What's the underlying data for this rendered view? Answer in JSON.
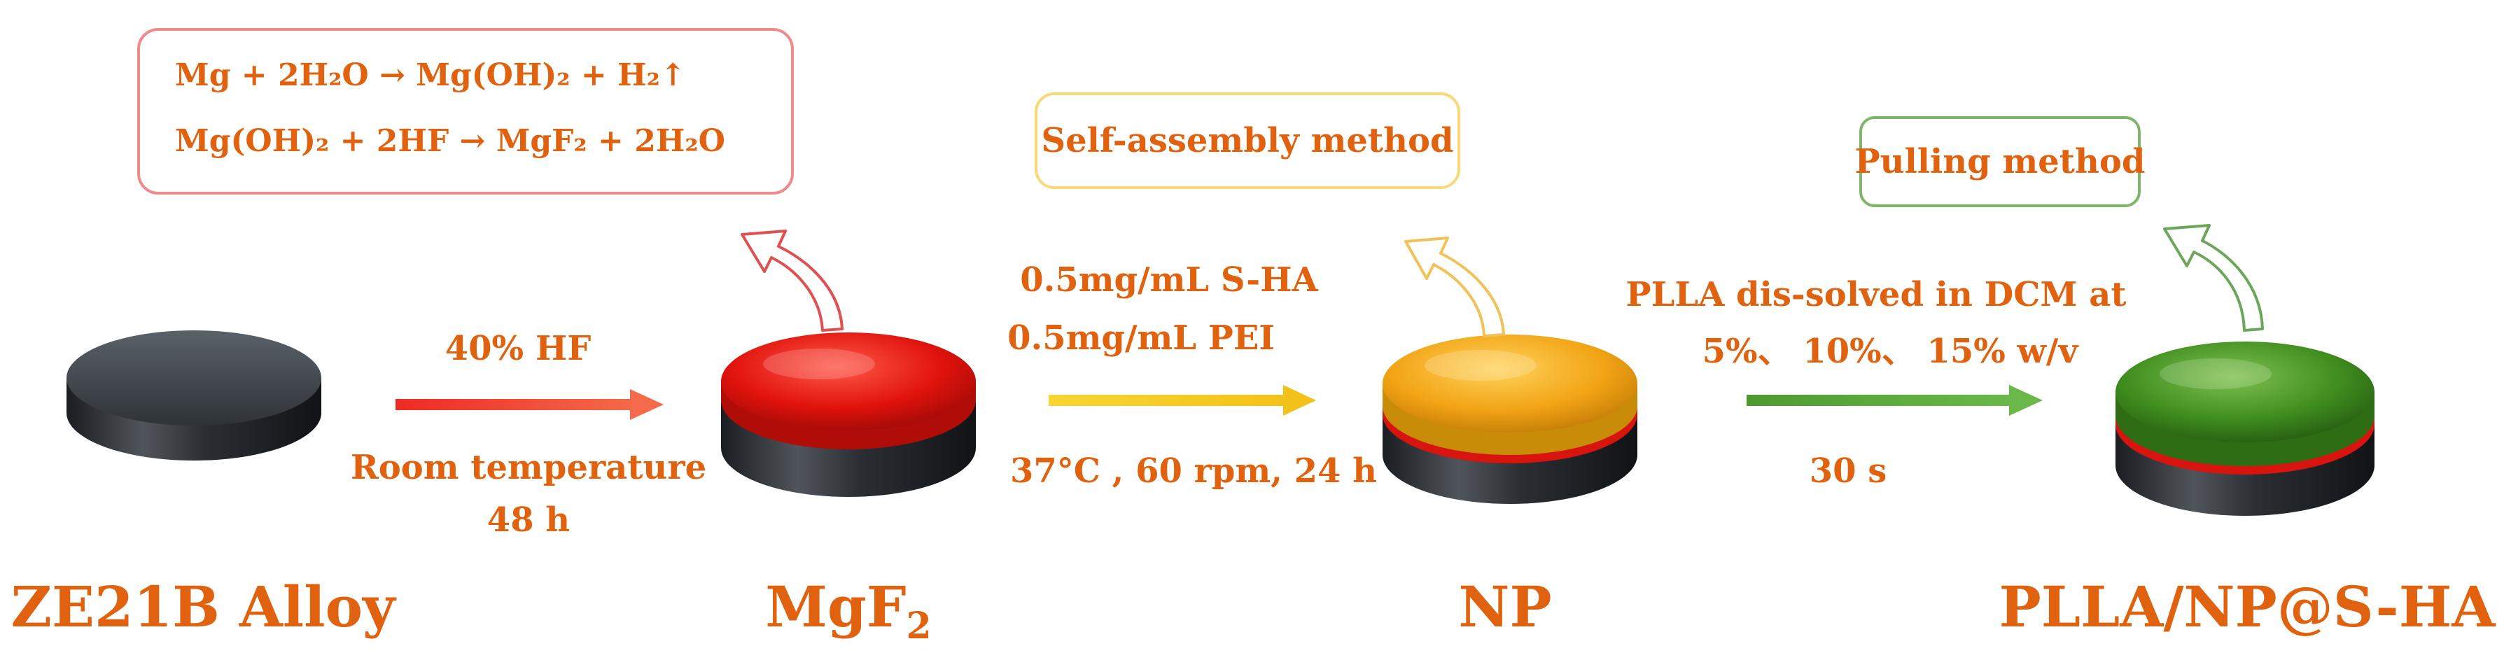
{
  "stage_labels": {
    "alloy": "ZE21B Alloy",
    "mgf2_base": "MgF",
    "mgf2_sub": "2",
    "np": "NP",
    "final": "PLLA/NP@S-HA"
  },
  "step1": {
    "reagent": "40% HF",
    "condition": "Room temperature",
    "time": "48 h"
  },
  "step2": {
    "line1": "0.5mg/mL S-HA",
    "line2": "0.5mg/mL PEI",
    "conditions": "37°C , 60 rpm, 24 h"
  },
  "step3": {
    "line1": "PLLA dis-solved in DCM at",
    "line2": "5%、 10%、 15% w/v",
    "time": "30 s"
  },
  "reaction_box": {
    "eq1": "Mg + 2H₂O → Mg(OH)₂ + H₂↑",
    "eq2": "Mg(OH)₂ + 2HF → MgF₂ + 2H₂O"
  },
  "method_boxes": {
    "self_assembly": "Self-assembly method",
    "pulling": "Pulling method"
  },
  "colors": {
    "text": "#E0620E",
    "alloy": "#3b4046",
    "mgf2": "#e0120c",
    "np": "#f2a415",
    "final": "#3f8d1f",
    "arrow_red": "#ee2a24",
    "arrow_yellow": "#f7d533",
    "arrow_green": "#5aa53a",
    "box_red": "#f08a8a",
    "box_yellow": "#f7d97a",
    "box_green": "#7fb56b"
  }
}
